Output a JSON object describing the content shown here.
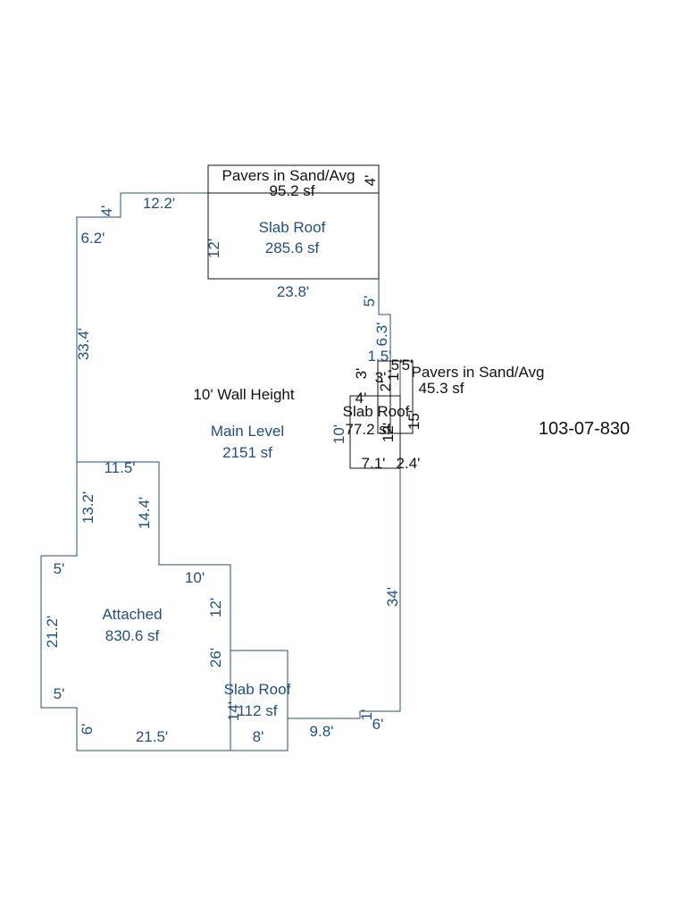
{
  "parcel_id": "103-07-830",
  "areas": {
    "main": {
      "name": "Main Level",
      "area": "2151 sf",
      "wall_height": "10' Wall Height"
    },
    "attached": {
      "name": "Attached",
      "area": "830.6 sf"
    },
    "slab_roof_top": {
      "name": "Slab Roof",
      "area": "285.6 sf"
    },
    "slab_roof_bottom": {
      "name": "Slab Roof",
      "area": "112 sf"
    },
    "slab_roof_right": {
      "name": "Slab Roof",
      "area": "77.2 sf"
    },
    "pavers_top": {
      "name": "Pavers in Sand/Avg",
      "area": "95.2 sf"
    },
    "pavers_right": {
      "name": "Pavers in Sand/Avg",
      "area": "45.3 sf"
    }
  },
  "dimensions": {
    "d_4_top": "4'",
    "d_12_2": "12.2'",
    "d_6_2": "6.2'",
    "d_33_4": "33.4'",
    "d_11_5": "11.5'",
    "d_13_2": "13.2'",
    "d_14_4": "14.4'",
    "d_5_upper": "5'",
    "d_21_2": "21.2'",
    "d_5_lower": "5'",
    "d_10": "10'",
    "d_12_att": "12'",
    "d_26": "26'",
    "d_6_bottom_left": "6'",
    "d_21_5": "21.5'",
    "d_8": "8'",
    "d_14": "14'",
    "d_9_8": "9.8'",
    "d_1": "1'",
    "d_6_bottom_right": "6'",
    "d_34": "34'",
    "d_12_slab": "12'",
    "d_23_8": "23.8'",
    "d_5_right": "5'",
    "d_6_3": "6.3'",
    "d_1_5": "1.5'",
    "d_3_a": "3'",
    "d_3_b": "3'",
    "d_4_small": "4'",
    "d_5_a": "5'",
    "d_5_b": "5'",
    "d_12_small": "12'",
    "d_1_small": "1'",
    "d_15": "15'",
    "d_10_small": "10'",
    "d_7_1": "7.1'",
    "d_2_4": "2.4'",
    "d_4_pavers": "4'",
    "d_2": "2'"
  }
}
